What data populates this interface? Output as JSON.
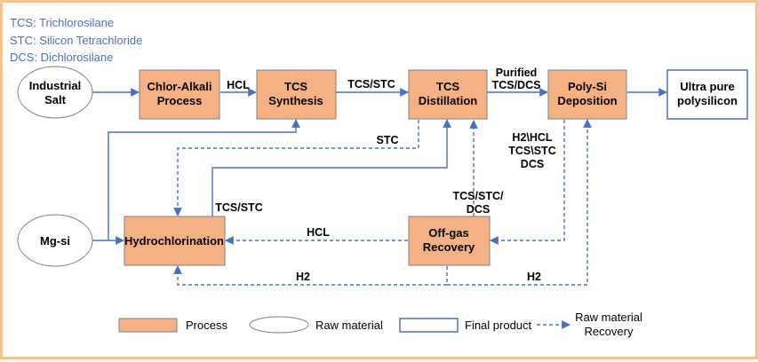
{
  "abbreviations": [
    "TCS:  Trichlorosilane",
    "STC:  Silicon Tetrachloride",
    "DCS:  Dichlorosilane"
  ],
  "nodes": {
    "industrial_salt": [
      "Industrial",
      "Salt"
    ],
    "chlor_alkali": [
      "Chlor-Alkali",
      "Process"
    ],
    "tcs_synthesis": [
      "TCS",
      "Synthesis"
    ],
    "tcs_distillation": [
      "TCS",
      "Distillation"
    ],
    "polysi_deposition": [
      "Poly-Si",
      "Deposition"
    ],
    "ultra_pure": [
      "Ultra pure",
      "polysilicon"
    ],
    "mgsi": [
      "Mg-si"
    ],
    "hydrochlorination": [
      "Hydrochlorination"
    ],
    "offgas": [
      "Off-gas",
      "Recovery"
    ]
  },
  "edge_labels": {
    "hcl_top": "HCL",
    "tcs_stc_top": "TCS/STC",
    "purified": [
      "Purified",
      "TCS/DCS"
    ],
    "stc": "STC",
    "h2_hcl": [
      "H2\\HCL",
      "TCS\\STC",
      "DCS"
    ],
    "tcs_stc_mid": "TCS/STC",
    "tcs_stc_dcs": [
      "TCS/STC/",
      "DCS"
    ],
    "hcl_bottom": "HCL",
    "h2_left": "H2",
    "h2_right": "H2"
  },
  "legend": {
    "process": "Process",
    "raw_material": "Raw material",
    "final_product": "Final product",
    "recovery": [
      "Raw material",
      "Recovery"
    ]
  },
  "colors": {
    "process_fill": "#f4b183",
    "arrow": "#4a72b8",
    "abbreviation_text": "#4a72b8",
    "frame": "#f4c48e"
  }
}
